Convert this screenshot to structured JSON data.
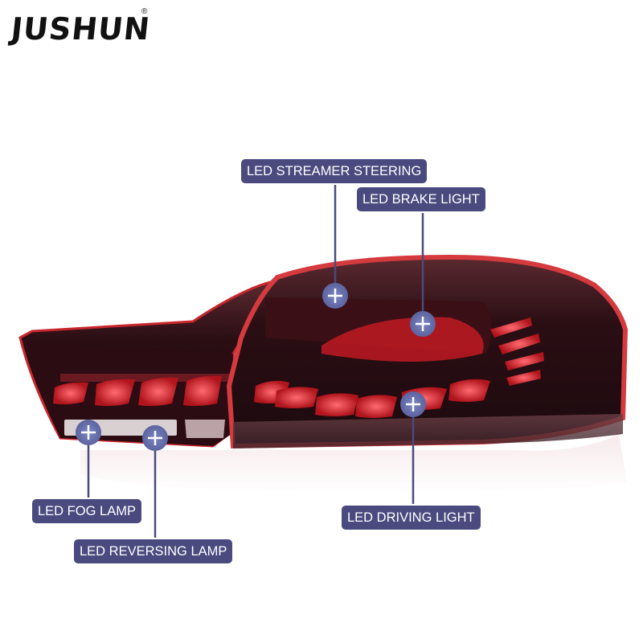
{
  "brand": {
    "name": "JUSHUN",
    "registered_mark": "®"
  },
  "callouts": {
    "streamer_steering": "LED STREAMER STEERING",
    "brake_light": "LED BRAKE LIGHT",
    "fog_lamp": "LED FOG LAMP",
    "reversing_lamp": "LED REVERSING LAMP",
    "driving_light": "LED DRIVING LIGHT"
  },
  "colors": {
    "callout_bg": "#4a4a7f",
    "marker": "#5c64a0",
    "lamp_red": "#c8262c",
    "lamp_dark": "#2a0a10"
  },
  "icons": [
    "plus-marker-icon"
  ]
}
